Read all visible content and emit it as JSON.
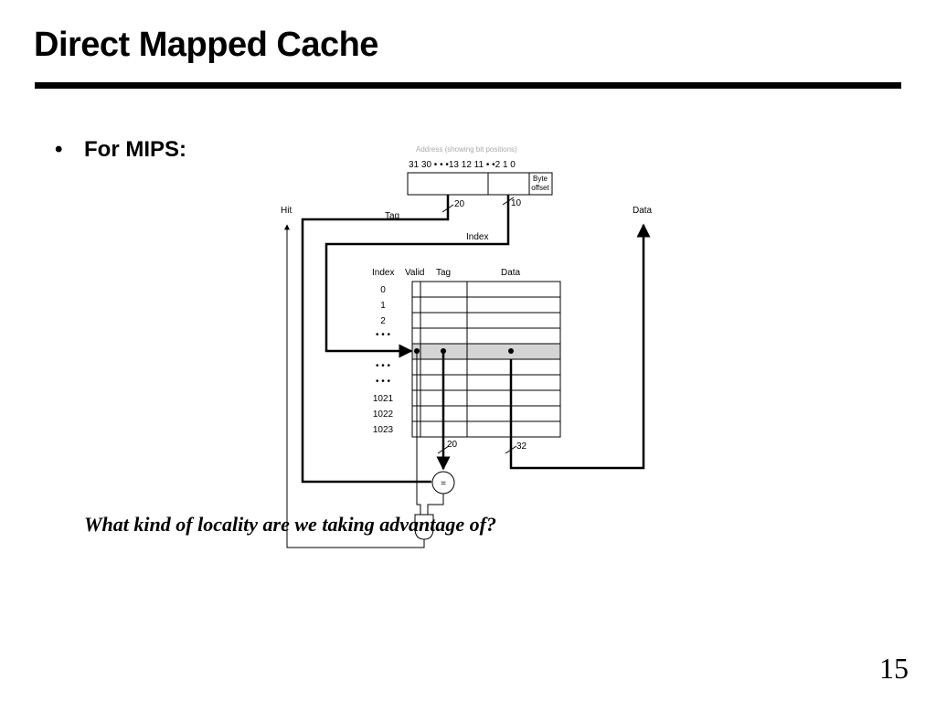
{
  "slide": {
    "title": "Direct Mapped Cache",
    "bullet_marker": "•",
    "bullet_text": "For MIPS:",
    "question": "What kind of locality are we taking advantage of?",
    "page_number": "15"
  },
  "diagram": {
    "address_caption": "Address (showing bit positions)",
    "bit_positions": "31 30  • • •13 12 11   • •2 1 0",
    "byte_offset_line1": "Byte",
    "byte_offset_line2": "offset",
    "tag_width": "20",
    "index_width": "10",
    "hit_label": "Hit",
    "tag_label": "Tag",
    "index_label": "Index",
    "data_label": "Data",
    "comparator_symbol": "=",
    "compare_width": "20",
    "data_width": "32",
    "table": {
      "headers": {
        "index": "Index",
        "valid": "Valid",
        "tag": "Tag",
        "data": "Data"
      },
      "rows": [
        "0",
        "1",
        "2",
        "• • •",
        "",
        "• • •",
        "• • •",
        "1021",
        "1022",
        "1023"
      ],
      "highlight_color": "#d4d4d4"
    }
  }
}
